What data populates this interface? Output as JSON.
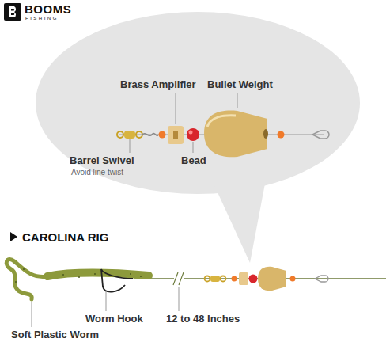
{
  "diagram": {
    "labels": [
      "BOOMS",
      "FISHING",
      "Brass Amplifier",
      "Bullet Weight",
      "Barrel Swivel",
      "Avoid line twist",
      "Bead",
      "CAROLINA RIG",
      "Worm Hook",
      "12 to 48 Inches",
      "Soft Plastic Worm"
    ]
  }
}
